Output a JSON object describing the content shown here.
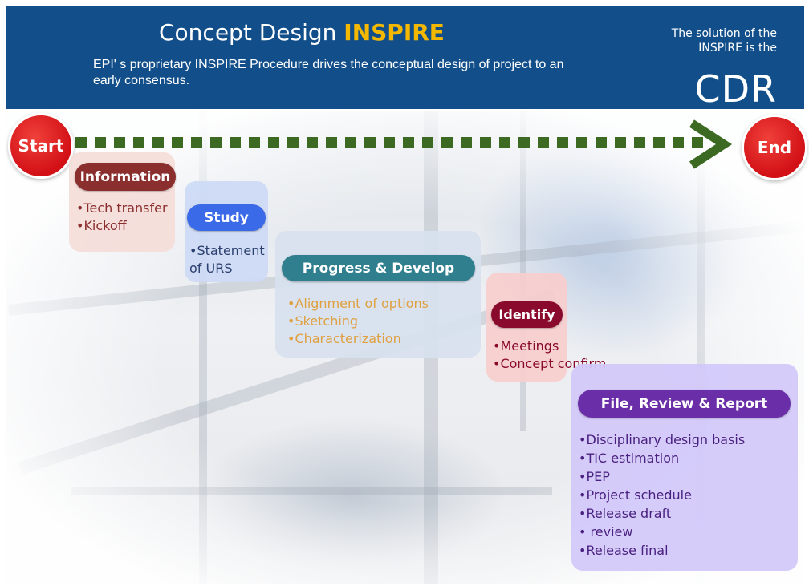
{
  "header": {
    "title_main": "Concept Design",
    "title_accent": "INSPIRE",
    "subtitle": "EPI' s proprietary INSPIRE Procedure drives the conceptual design of project to an early consensus.",
    "solution_text": "The solution of the INSPIRE is the",
    "cdr": "CDR"
  },
  "flow": {
    "start_label": "Start",
    "end_label": "End"
  },
  "stages": [
    {
      "title": "Information",
      "items": [
        "Tech transfer",
        "Kickoff"
      ]
    },
    {
      "title": "Study",
      "items": [
        "Statement of URS"
      ]
    },
    {
      "title": "Progress & Develop",
      "items": [
        "Alignment of options",
        "Sketching",
        "Characterization"
      ]
    },
    {
      "title": "Identify",
      "items": [
        "Meetings",
        "Concept confirm"
      ]
    },
    {
      "title": "File, Review & Report",
      "items": [
        "Disciplinary design basis",
        "TIC estimation",
        "PEP",
        "Project schedule",
        "Release draft",
        " review",
        "Release final"
      ]
    }
  ],
  "colors": {
    "header_bg": "#124f8a",
    "accent": "#f5b800",
    "start_end": "#d21016",
    "arrow": "#3c6a22",
    "information": "#8b2e2e",
    "study": "#3a6ae8",
    "progress": "#2f7f8e",
    "identify": "#8a0a2e",
    "file_review": "#6a2fa8"
  }
}
